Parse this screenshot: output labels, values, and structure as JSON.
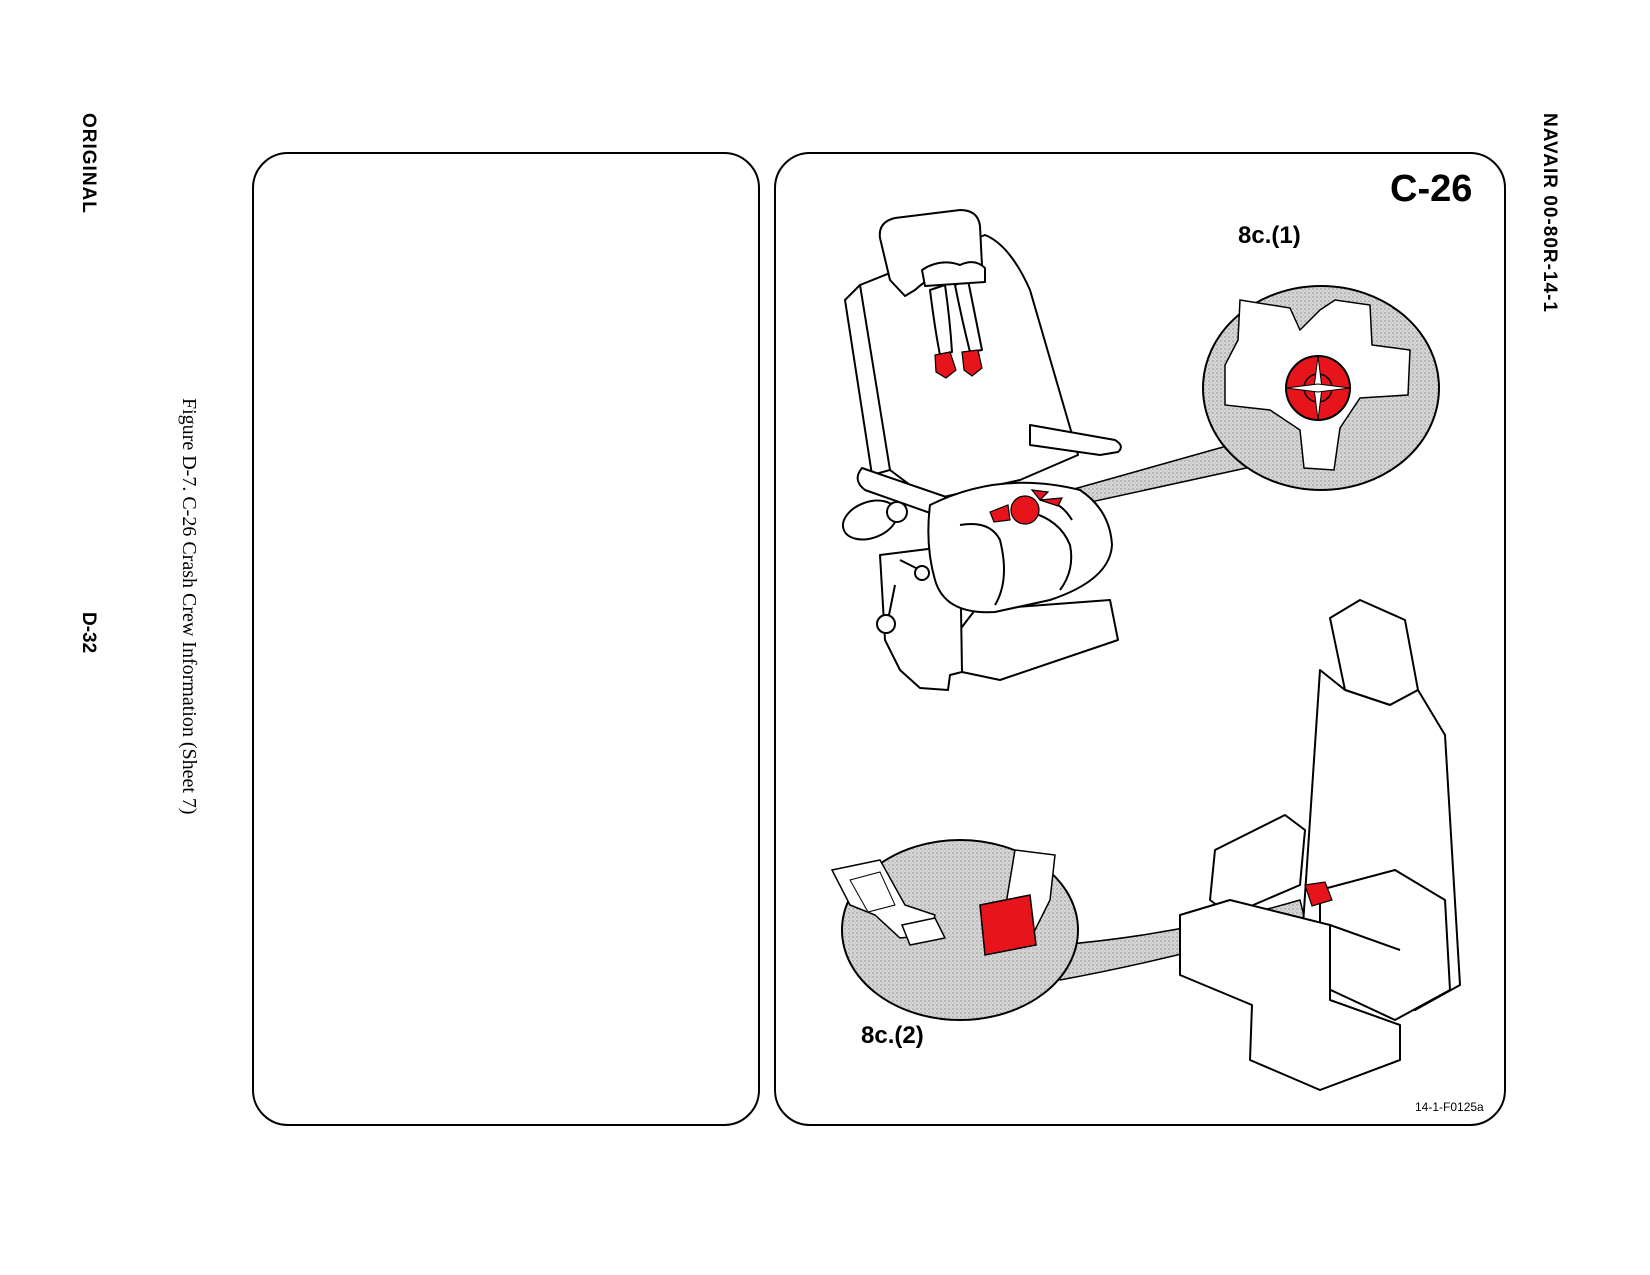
{
  "margin": {
    "left_label": "ORIGINAL",
    "page_number": "D-32",
    "caption": "Figure D-7.  C-26 Crash Crew Information (Sheet 7)",
    "document_id": "NAVAIR 00-80R-14-1"
  },
  "panel": {
    "aircraft": "C-26",
    "step_1": "8c.(1)",
    "step_2": "8c.(2)",
    "figure_code": "14-1-F0125a"
  },
  "colors": {
    "highlight": "#e8141b",
    "stipple": "#c8c8c8",
    "line": "#000000"
  }
}
